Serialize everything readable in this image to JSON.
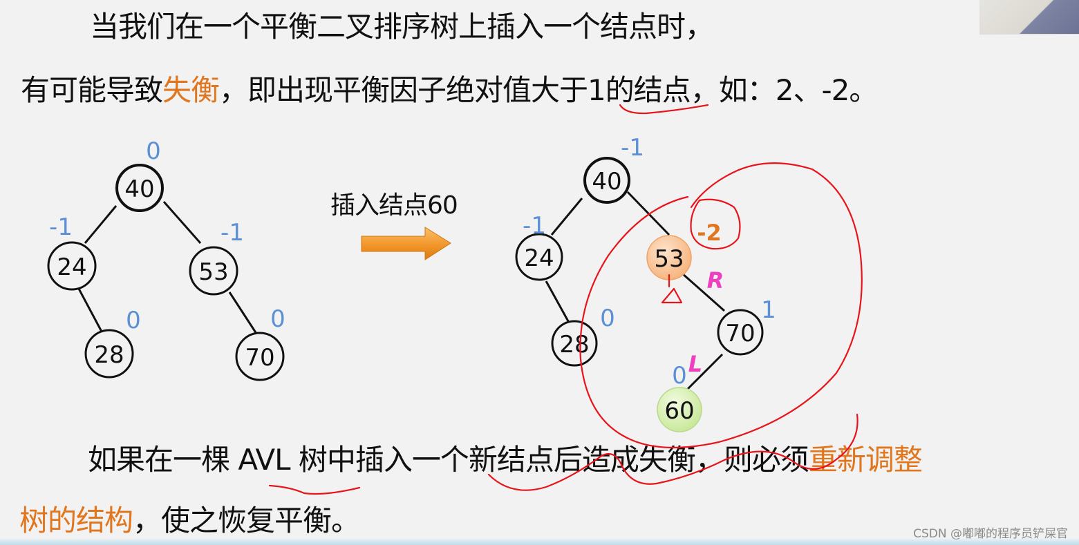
{
  "slide": {
    "line1": "当我们在一个平衡二叉排序树上插入一个结点时，",
    "line2": {
      "part1": "有可能导致",
      "highlight1": "失衡",
      "part2": "，即出现平衡因子绝对值",
      "underlined": "大于1",
      "part3": "的结点，如：2、-2。"
    },
    "insert_caption": "插入结点60",
    "line3": {
      "part1": "如果在一棵 ",
      "underlined": "AVL",
      "part2": " 树中插入一个新结点后造成失衡，则必须",
      "highlight": "重新调整"
    },
    "line4": {
      "highlight": "树的结构",
      "part2": "，使之恢复平衡。"
    }
  },
  "colors": {
    "background": "#f2f2f2",
    "text": "#111111",
    "highlight_orange": "#e0761e",
    "balance_factor_blue": "#5b8fd6",
    "annotation_red": "#e8141b",
    "rotation_label_magenta": "#ee3fc0",
    "unbalanced_node_fill": "#f9c79a",
    "inserted_node_fill": "#d8efb0",
    "arrow_orange": "#f2962a"
  },
  "tree_before": {
    "nodes": [
      {
        "value": "40",
        "bf": "0"
      },
      {
        "value": "24",
        "bf": "-1"
      },
      {
        "value": "53",
        "bf": "-1"
      },
      {
        "value": "28",
        "bf": "0"
      },
      {
        "value": "70",
        "bf": "0"
      }
    ]
  },
  "tree_after": {
    "nodes": [
      {
        "value": "40",
        "bf": "-1"
      },
      {
        "value": "24",
        "bf": "-1"
      },
      {
        "value": "53",
        "bf": "-2"
      },
      {
        "value": "28",
        "bf": "0"
      },
      {
        "value": "70",
        "bf": "1"
      },
      {
        "value": "60",
        "bf": "0"
      }
    ],
    "rotation_labels": {
      "r": "R",
      "l": "L"
    }
  },
  "watermark": "CSDN @嘟嘟的程序员铲屎官"
}
